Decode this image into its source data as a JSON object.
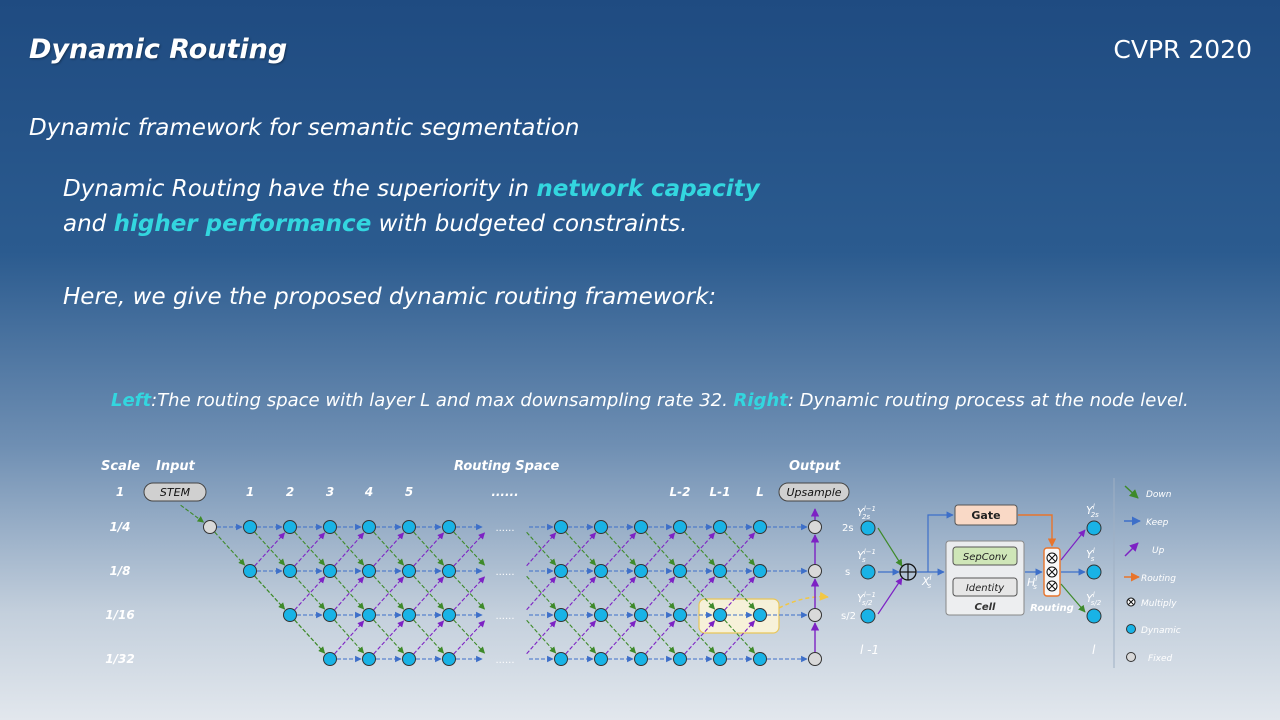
{
  "slide": {
    "title": "Dynamic Routing",
    "venue": "CVPR 2020",
    "subtitle": "Dynamic framework for semantic segmentation",
    "para1": {
      "t1": "Dynamic Routing have the superiority in ",
      "h1": "network capacity",
      "t2": "and ",
      "h2": "higher performance",
      "t3": " with budgeted constraints."
    },
    "para2": "Here, we give the proposed dynamic routing framework:",
    "caption": {
      "left_label": "Left",
      "left_text": ":The routing space with layer L and max downsampling rate 32. ",
      "right_label": "Right",
      "right_text": ": Dynamic routing process at the node level."
    }
  },
  "left_diagram": {
    "headers": {
      "scale": "Scale",
      "input": "Input",
      "routing_space": "Routing Space",
      "output": "Output"
    },
    "stem": "STEM",
    "upsample": "Upsample",
    "scales": [
      "1",
      "1/4",
      "1/8",
      "1/16",
      "1/32"
    ],
    "layers": [
      "1",
      "2",
      "3",
      "4",
      "5",
      "......",
      "L-2",
      "L-1",
      "L"
    ],
    "ellipsis": "......"
  },
  "right_diagram": {
    "scale_labels": [
      "2s",
      "s",
      "s/2"
    ],
    "y_prev": {
      "base": "Y",
      "sup": "l−1",
      "subs": [
        "2s",
        "s",
        "s/2"
      ]
    },
    "y_next": {
      "base": "Y",
      "sup": "l",
      "subs": [
        "2s",
        "s",
        "s/2"
      ]
    },
    "x_label": {
      "base": "X",
      "sup": "l",
      "sub": "s"
    },
    "h_label": {
      "base": "H",
      "sup": "l",
      "sub": "s"
    },
    "gate": "Gate",
    "sepconv": "SepConv",
    "identity": "Identity",
    "cell": "Cell",
    "routing": "Routing",
    "layer_prev": "l -1",
    "layer_next": "l"
  },
  "legend": [
    "Down",
    "Keep",
    "Up",
    "Routing",
    "Multiply",
    "Dynamic",
    "Fixed"
  ],
  "colors": {
    "highlight": "#33d6df",
    "down": "#3e8a2a",
    "keep": "#3d6fc9",
    "up": "#7d22c4",
    "routing": "#e8742b",
    "dynamic_node": "#19b3e6",
    "fixed_node": "#d9d9d9",
    "gate_fill": "#f9d9c6",
    "sepconv_fill": "#cfe6b8",
    "identity_fill": "#e6e6e6"
  }
}
